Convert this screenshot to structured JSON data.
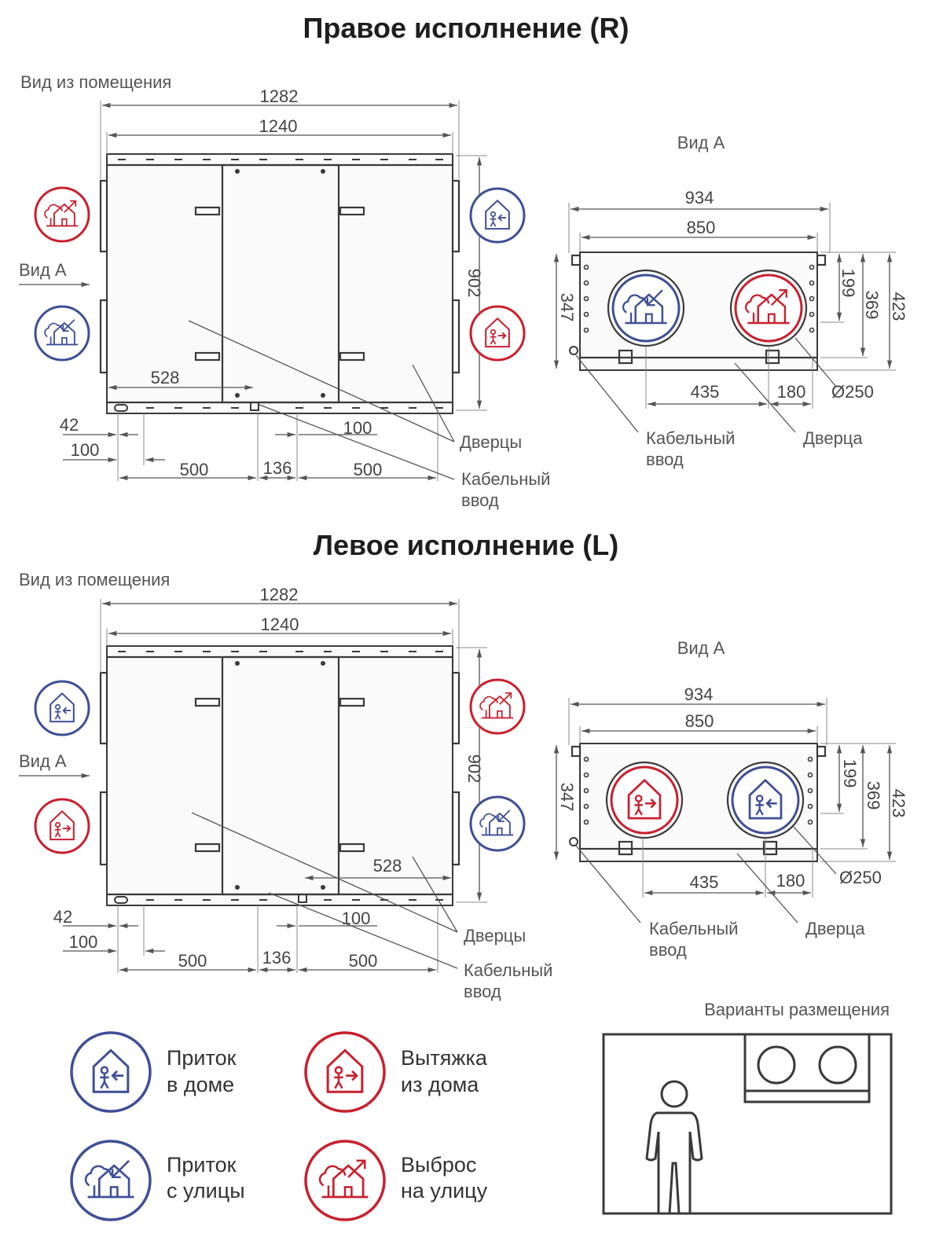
{
  "section_r": {
    "title": "Правое исполнение (R)",
    "view_label": "Вид из помещения",
    "view_a_label": "Вид А",
    "view_a_title": "Вид А",
    "dims": {
      "w_outer": "1282",
      "w_inner": "1240",
      "h": "902",
      "d528": "528",
      "d42": "42",
      "d100a": "100",
      "d500a": "500",
      "d136": "136",
      "d500b": "500",
      "d100b": "100"
    },
    "callouts": {
      "doors": "Дверцы",
      "cable1": "Кабельный",
      "cable2": "ввод"
    },
    "side": {
      "w934": "934",
      "w850": "850",
      "h347": "347",
      "h199": "199",
      "h369": "369",
      "h423": "423",
      "d435": "435",
      "d180": "180",
      "dia": "Ø250",
      "cable1": "Кабельный",
      "cable2": "ввод",
      "door": "Дверца"
    }
  },
  "section_l": {
    "title": "Левое исполнение (L)",
    "view_label": "Вид из помещения",
    "view_a_label": "Вид А",
    "view_a_title": "Вид А",
    "dims": {
      "w_outer": "1282",
      "w_inner": "1240",
      "h": "902",
      "d528": "528",
      "d42": "42",
      "d100a": "100",
      "d500a": "500",
      "d136": "136",
      "d500b": "500",
      "d100b": "100"
    },
    "callouts": {
      "doors": "Дверцы",
      "cable1": "Кабельный",
      "cable2": "ввод"
    },
    "side": {
      "w934": "934",
      "w850": "850",
      "h347": "347",
      "h199": "199",
      "h369": "369",
      "h423": "423",
      "d435": "435",
      "d180": "180",
      "dia": "Ø250",
      "cable1": "Кабельный",
      "cable2": "ввод",
      "door": "Дверца"
    }
  },
  "legend": [
    {
      "icon": "supply-indoor-icon",
      "line1": "Приток",
      "line2": "в доме",
      "color": "#3f4f96"
    },
    {
      "icon": "exhaust-indoor-icon",
      "line1": "Вытяжка",
      "line2": "из дома",
      "color": "#c8202e"
    },
    {
      "icon": "supply-outdoor-icon",
      "line1": "Приток",
      "line2": "с улицы",
      "color": "#3f4f96"
    },
    {
      "icon": "exhaust-outdoor-icon",
      "line1": "Выброс",
      "line2": "на улицу",
      "color": "#c8202e"
    }
  ],
  "placement": {
    "title": "Варианты размещения"
  },
  "colors": {
    "blue": "#3f4f96",
    "red": "#c8202e",
    "line": "#3a3a3a"
  }
}
